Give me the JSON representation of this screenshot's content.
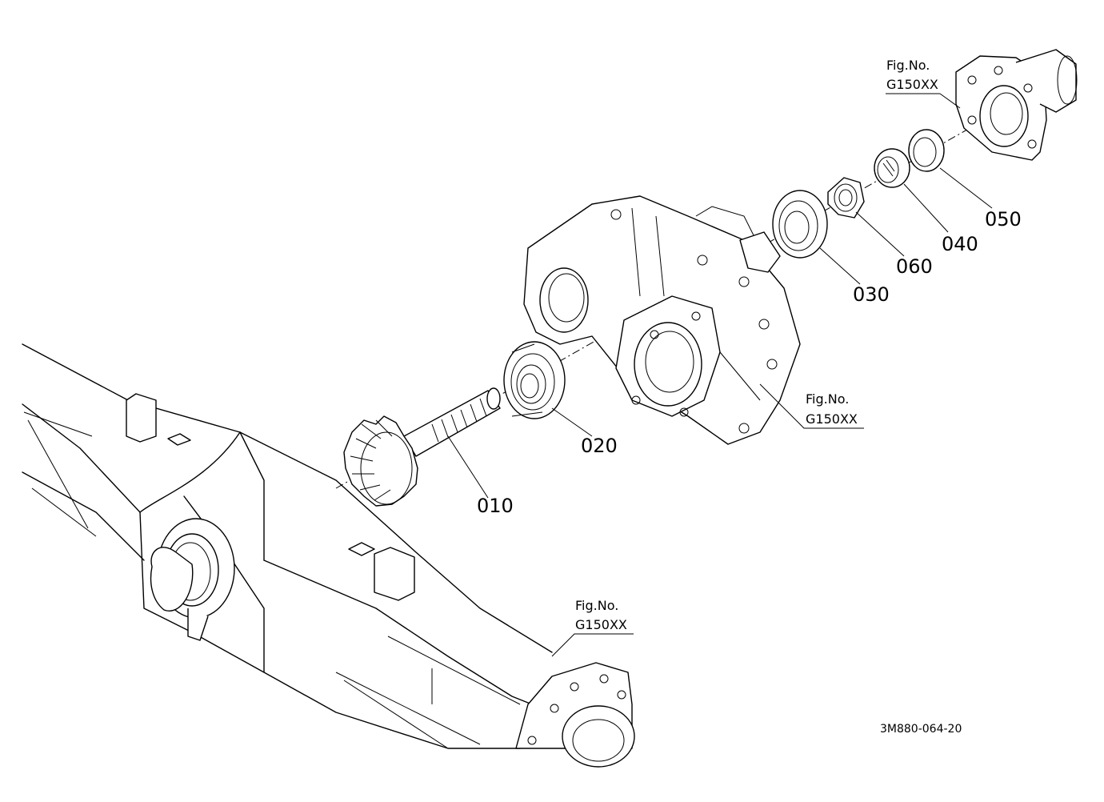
{
  "callouts": [
    {
      "id": "010",
      "text": "010"
    },
    {
      "id": "020",
      "text": "020"
    },
    {
      "id": "030",
      "text": "030"
    },
    {
      "id": "040",
      "text": "040"
    },
    {
      "id": "050",
      "text": "050"
    },
    {
      "id": "060",
      "text": "060"
    }
  ],
  "figure_refs": [
    {
      "line1": "Fig.No.",
      "line2": "G150XX"
    },
    {
      "line1": "Fig.No.",
      "line2": "G150XX"
    },
    {
      "line1": "Fig.No.",
      "line2": "G150XX"
    }
  ],
  "drawing_code": "3M880-064-20"
}
